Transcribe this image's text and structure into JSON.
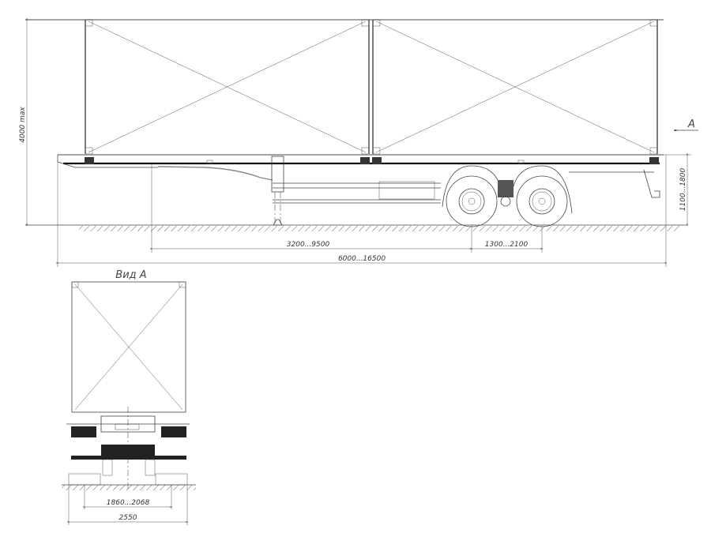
{
  "drawing": {
    "subject": "Container semi-trailer chassis with two containers",
    "side_view": {
      "height_label": "4000 max",
      "deck_height_label": "1100...1800",
      "kingpin_to_axle_label": "3200...9500",
      "axle_spacing_label": "1300...2100",
      "overall_length_label": "6000...16500",
      "view_marker": "A"
    },
    "rear_view": {
      "title": "Вид А",
      "track_label": "1860...2068",
      "width_label": "2550"
    }
  }
}
